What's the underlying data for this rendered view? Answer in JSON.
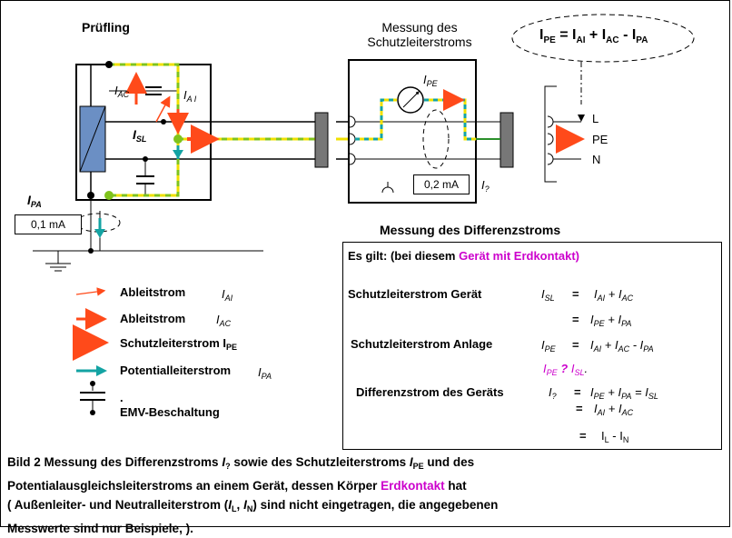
{
  "pruefling_label": "Prüfling",
  "measurement_pe_title": [
    "Messung des",
    "Schutzleiterstroms"
  ],
  "ellipse_formula": {
    "i_pe": "I",
    "pe_sub": "PE",
    "eq": " = I",
    "ai_sub": "AI",
    "plus": " + I",
    "ac_sub": "AC",
    "minus": " - I",
    "pa_sub": "PA"
  },
  "device": {
    "i_ac": "I",
    "i_ac_sub": "AC",
    "i_ai": "I",
    "i_ai_sub": "A I",
    "i_sl": "I",
    "i_sl_sub": "SL"
  },
  "meter_pe": {
    "label": "I",
    "sub": "PE"
  },
  "meter_diff": {
    "value": "0,2 mA",
    "label": "I",
    "sub": "?"
  },
  "meter_pa": {
    "value": "0,1 mA",
    "label": "I",
    "sub": "PA"
  },
  "measurement_diff_title": "Messung des  Differenzstroms",
  "conductors": {
    "l": "L",
    "pe": "PE",
    "n": "N"
  },
  "legend": {
    "ableitstrom_ai": "Ableitstrom",
    "ai_sym": "I",
    "ai_sub": "AI",
    "ableitstrom_ac": "Ableitstrom",
    "ac_sym": "I",
    "ac_sub": "AC",
    "schutzleiter": "Schutzleiterstrom I",
    "schutzleiter_sub": "PE",
    "potential": "Potentialleiterstrom",
    "pa_sym": "I",
    "pa_sub": "PA",
    "dot": ".",
    "emv": "EMV-Beschaltung"
  },
  "formulas": {
    "heading_prefix": "Es gilt:  (bei diesem ",
    "heading_highlight": "Gerät mit Erdkontakt)",
    "row1_label": "Schutzleiterstrom Gerät",
    "row1_lhs": "I",
    "row1_lhs_sub": "SL",
    "row1_eq": "=",
    "row1_rhs": "I",
    "row1_rhs_sub1": "AI",
    "row1_rhs_mid": " + I",
    "row1_rhs_sub2": "AC",
    "row2_eq": "=",
    "row2_rhs": "I",
    "row2_sub1": "PE",
    "row2_mid": " + I",
    "row2_sub2": "PA",
    "row3_label": "Schutzleiterstrom Anlage",
    "row3_lhs": "I",
    "row3_lhs_sub": "PE",
    "row3_eq": "=",
    "row3_rhs": "I",
    "row3_sub1": "AI",
    "row3_mid": " + I",
    "row3_sub2": "AC",
    "row3_mid2": "  -  I",
    "row3_sub3": "PA",
    "row4_a": "I",
    "row4_a_sub": "PE",
    "row4_q": "  ?  ",
    "row4_b": "I",
    "row4_b_sub": "SL",
    "row4_dot": ".",
    "row5_label": "Differenzstrom des Geräts",
    "row5_lhs": "I",
    "row5_lhs_sub": "?",
    "row5_eq": "=",
    "row5_rhs": "I",
    "row5_sub1": "PE",
    "row5_mid": " + I",
    "row5_sub2": "PA",
    "row5_mid2": " = I",
    "row5_sub3": "SL",
    "row6_eq": "=",
    "row6_rhs": "I",
    "row6_sub1": "AI",
    "row6_mid": " + I",
    "row6_sub2": "AC",
    "row7_eq": "=",
    "row7_rhs": "I",
    "row7_sub1": "L",
    "row7_mid": "  -  I",
    "row7_sub2": "N"
  },
  "caption": {
    "l1a": "Bild 2  Messung  des Differenzstroms ",
    "l1_i": "I",
    "l1_sub": "?",
    "l1b": " sowie des  Schutzleiterstroms ",
    "l1_i2": "I",
    "l1_sub2": "PE",
    "l1c": " und des",
    "l2a": "Potentialausgleichsleiterstroms an einem Gerät, dessen Körper ",
    "l2_hl": "Erdkontakt",
    "l2b": " hat",
    "l3a": "( Außenleiter- und Neutralleiterstrom (",
    "l3_i": "I",
    "l3_sub": "L",
    "l3_sep": ",  ",
    "l3_i2": "I",
    "l3_sub2": "N",
    "l3b": ")  sind nicht eingetragen, die angegebenen",
    "l4": "Messwerte sind nur Beispiele, )."
  },
  "colors": {
    "orange": "#ff4a1a",
    "teal": "#13a3a3",
    "yellow": "#f0e000",
    "green": "#7fc31c",
    "magenta": "#cc00cc",
    "device_blue": "#6b8fc4"
  }
}
